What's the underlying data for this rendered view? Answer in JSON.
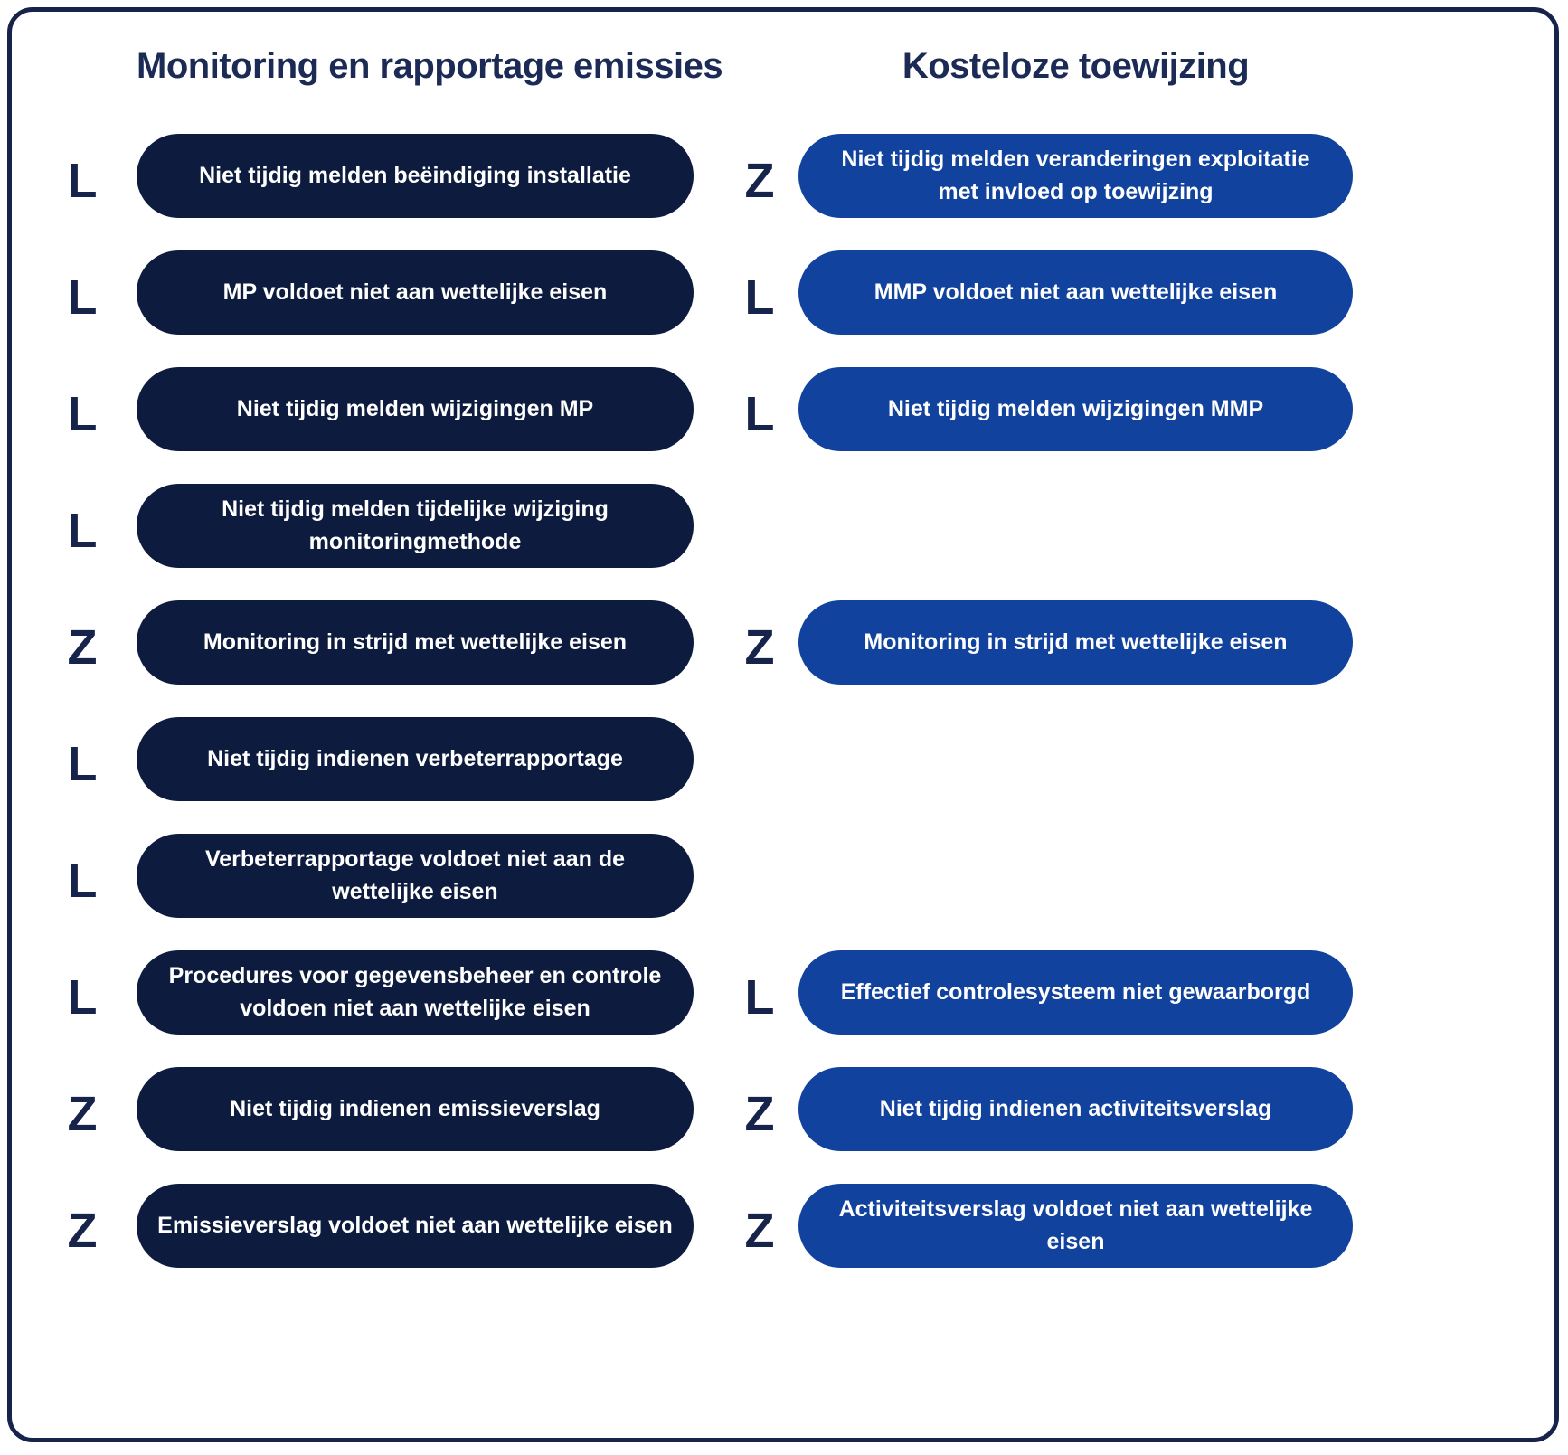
{
  "columns": [
    {
      "title": "Monitoring en rapportage emissies"
    },
    {
      "title": "Kosteloze toewijzing"
    }
  ],
  "rows": [
    {
      "left": {
        "letter": "L",
        "text": "Niet tijdig melden beëindiging installatie"
      },
      "right": {
        "letter": "Z",
        "text": "Niet tijdig melden veranderingen exploitatie met invloed op toewijzing"
      }
    },
    {
      "left": {
        "letter": "L",
        "text": "MP voldoet niet aan wettelijke eisen"
      },
      "right": {
        "letter": "L",
        "text": "MMP voldoet niet aan wettelijke eisen"
      }
    },
    {
      "left": {
        "letter": "L",
        "text": "Niet tijdig melden wijzigingen MP"
      },
      "right": {
        "letter": "L",
        "text": "Niet tijdig melden wijzigingen MMP"
      }
    },
    {
      "left": {
        "letter": "L",
        "text": "Niet tijdig melden tijdelijke wijziging monitoringmethode"
      },
      "right": null
    },
    {
      "left": {
        "letter": "Z",
        "text": "Monitoring in strijd met wettelijke eisen"
      },
      "right": {
        "letter": "Z",
        "text": "Monitoring in strijd met wettelijke eisen"
      }
    },
    {
      "left": {
        "letter": "L",
        "text": "Niet tijdig indienen verbeterrapportage"
      },
      "right": null
    },
    {
      "left": {
        "letter": "L",
        "text": "Verbeterrapportage voldoet niet aan de wettelijke eisen"
      },
      "right": null
    },
    {
      "left": {
        "letter": "L",
        "text": "Procedures voor gegevensbeheer en controle voldoen niet aan wettelijke eisen"
      },
      "right": {
        "letter": "L",
        "text": "Effectief controlesysteem niet gewaarborgd"
      }
    },
    {
      "left": {
        "letter": "Z",
        "text": "Niet tijdig indienen emissieverslag"
      },
      "right": {
        "letter": "Z",
        "text": "Niet tijdig indienen activiteitsverslag"
      }
    },
    {
      "left": {
        "letter": "Z",
        "text": "Emissieverslag voldoet niet aan wettelijke eisen"
      },
      "right": {
        "letter": "Z",
        "text": "Activiteitsverslag voldoet niet aan wettelijke eisen"
      }
    }
  ],
  "colors": {
    "background": "#FFFFFF",
    "border": "#16234A",
    "title_text": "#1B2B55",
    "letter_text": "#16234A",
    "left_pill": "#0D1C3E",
    "right_pill": "#11429E",
    "pill_text": "#FFFFFF"
  }
}
